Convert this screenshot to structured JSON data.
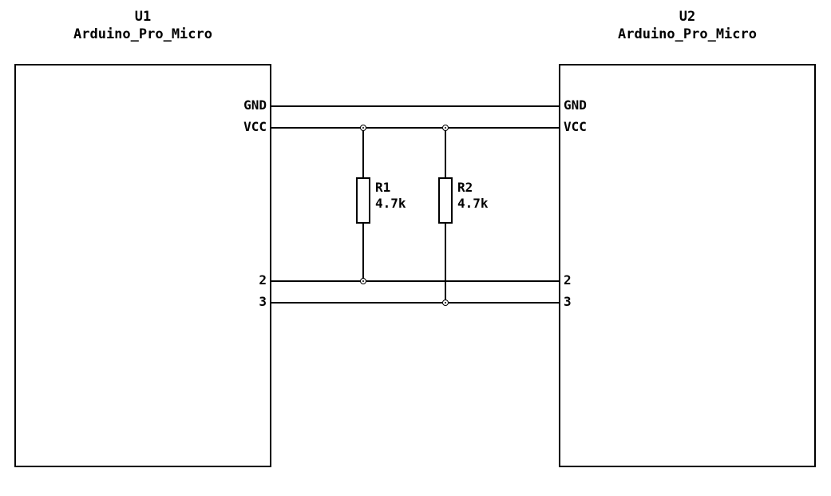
{
  "colors": {
    "wire": "#000000",
    "background": "#ffffff",
    "text": "#000000"
  },
  "components": {
    "u1": {
      "ref": "U1",
      "value": "Arduino_Pro_Micro",
      "pins": {
        "gnd": "GND",
        "vcc": "VCC",
        "p2": "2",
        "p3": "3"
      }
    },
    "u2": {
      "ref": "U2",
      "value": "Arduino_Pro_Micro",
      "pins": {
        "gnd": "GND",
        "vcc": "VCC",
        "p2": "2",
        "p3": "3"
      }
    },
    "r1": {
      "ref": "R1",
      "value": "4.7k"
    },
    "r2": {
      "ref": "R2",
      "value": "4.7k"
    }
  }
}
